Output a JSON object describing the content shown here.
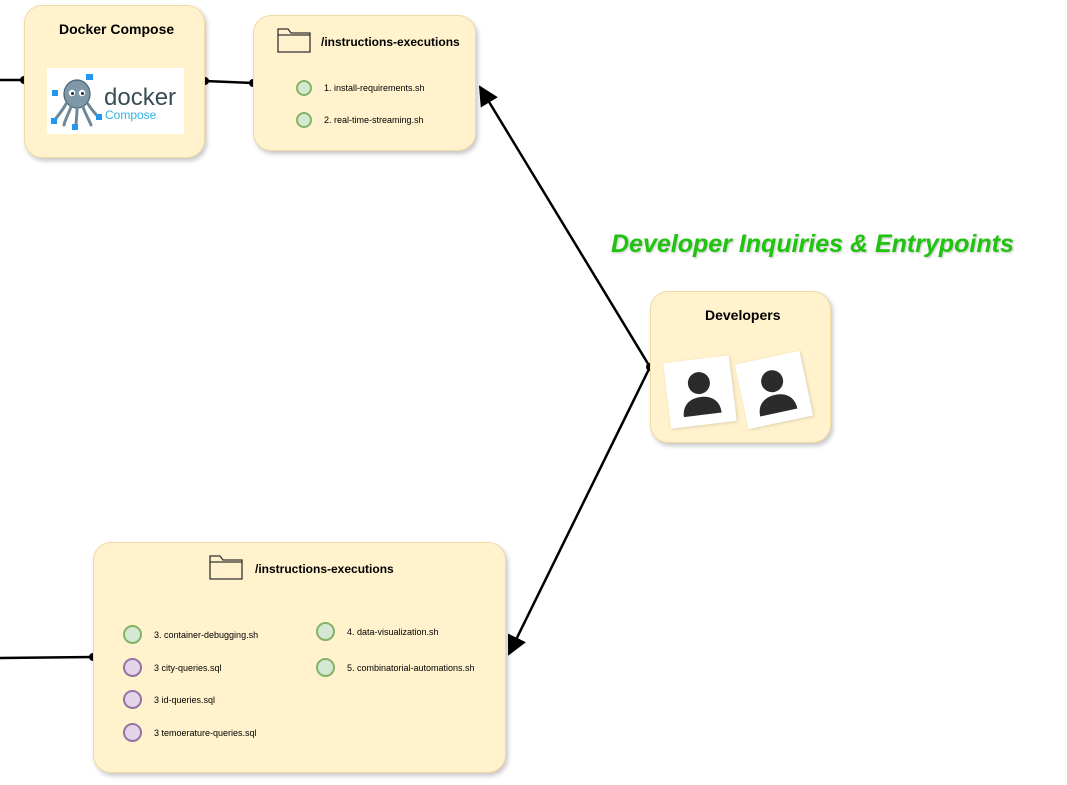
{
  "heading": "Developer Inquiries & Entrypoints",
  "docker_compose": {
    "title": "Docker Compose",
    "logo_word": "docker",
    "logo_sub": "Compose",
    "logo_icon": "docker-compose-octopus-icon"
  },
  "top_folder": {
    "title": "/instructions-executions",
    "icon": "folder-icon",
    "items": [
      {
        "label": "1. install-requirements.sh",
        "color": "green"
      },
      {
        "label": "2. real-time-streaming.sh",
        "color": "green"
      }
    ]
  },
  "developers": {
    "title": "Developers",
    "icon": "user-icon"
  },
  "bottom_folder": {
    "title": "/instructions-executions",
    "icon": "folder-icon",
    "left_items": [
      {
        "label": "3. container-debugging.sh",
        "color": "green"
      },
      {
        "label": "3 city-queries.sql",
        "color": "purple"
      },
      {
        "label": "3 id-queries.sql",
        "color": "purple"
      },
      {
        "label": "3 temoerature-queries.sql",
        "color": "purple"
      }
    ],
    "right_items": [
      {
        "label": "4. data-visualization.sh",
        "color": "green"
      },
      {
        "label": "5. combinatorial-automations.sh",
        "color": "green"
      }
    ]
  },
  "colors": {
    "box_fill": "#fff2cc",
    "green_fill": "#d5e8d4",
    "green_stroke": "#82b366",
    "purple_fill": "#e1d5e7",
    "purple_stroke": "#9673a6",
    "heading_color": "#1ec40e",
    "edge_color": "#000000"
  }
}
